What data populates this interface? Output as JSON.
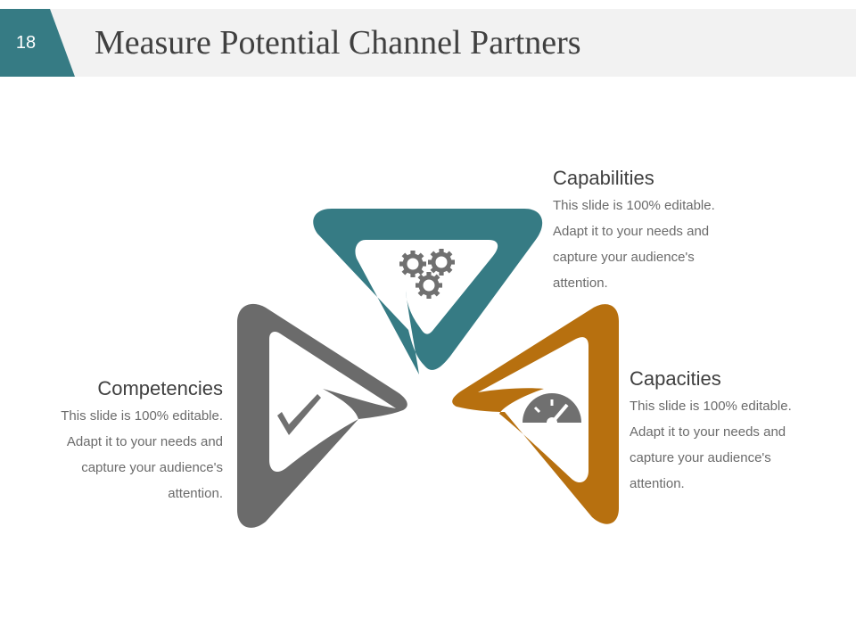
{
  "slide": {
    "number": "18",
    "title": "Measure Potential Channel Partners"
  },
  "colors": {
    "teal": "#367b84",
    "gray": "#6b6b6b",
    "orange": "#b7700f",
    "icon_gray": "#707070",
    "header_bg": "#f2f2f2"
  },
  "items": [
    {
      "key": "capabilities",
      "heading": "Capabilities",
      "lines": [
        "This slide is 100% editable.",
        "Adapt it to your needs and",
        "capture your audience's",
        "attention."
      ],
      "icon": "gears-icon",
      "color": "teal"
    },
    {
      "key": "competencies",
      "heading": "Competencies",
      "lines": [
        "This slide is 100% editable.",
        "Adapt it to your needs and",
        "capture your audience's",
        "attention."
      ],
      "icon": "checkmark-icon",
      "color": "gray"
    },
    {
      "key": "capacities",
      "heading": "Capacities",
      "lines": [
        "This slide is 100% editable.",
        "Adapt it to your needs and",
        "capture your audience's",
        "attention."
      ],
      "icon": "speedometer-icon",
      "color": "orange"
    }
  ]
}
